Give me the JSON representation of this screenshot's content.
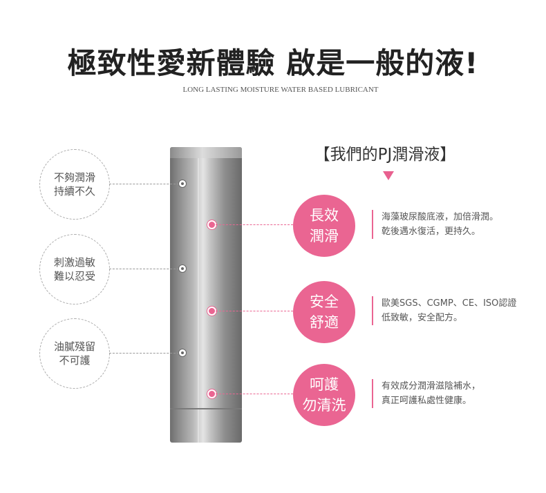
{
  "headline": "極致性愛新體驗  啟是一般的液!",
  "tagline": "LONG LASTING MOISTURE WATER BASED LUBRICANT",
  "ours_header": "【我們的PJ潤滑液】",
  "problems": [
    {
      "line1": "不夠潤滑",
      "line2": "持續不久"
    },
    {
      "line1": "刺激過敏",
      "line2": "難以忍受"
    },
    {
      "line1": "油膩殘留",
      "line2": "不可護"
    }
  ],
  "benefits": [
    {
      "line1": "長效",
      "line2": "潤滑",
      "desc1": "海藻玻尿酸底液，加倍滑潤。",
      "desc2": "乾後遇水復活，更持久。"
    },
    {
      "line1": "安全",
      "line2": "舒適",
      "desc1": "歐美SGS、CGMP、CE、ISO認證",
      "desc2": "低致敏，安全配方。"
    },
    {
      "line1": "呵護",
      "line2": "勿清洗",
      "desc1": "有效成分潤滑滋陰補水，",
      "desc2": "真正呵護私處性健康。"
    }
  ],
  "colors": {
    "accent": "#ea6592",
    "title": "#222222",
    "product_silver": "#b8b8b8"
  }
}
